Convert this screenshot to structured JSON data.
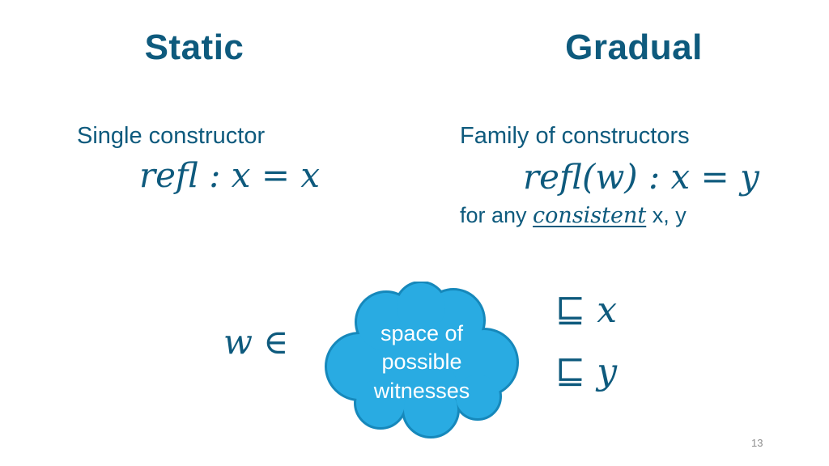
{
  "colors": {
    "accent": "#0e5a7d",
    "cloud_fill": "#29abe2",
    "cloud_stroke": "#1688bb",
    "cloud_text": "#ffffff",
    "page_number_color": "#8d8d8d"
  },
  "static_col": {
    "heading": "Static",
    "subtitle": "Single constructor",
    "math": "refl : x = x"
  },
  "gradual_col": {
    "heading": "Gradual",
    "subtitle": "Family of constructors",
    "math": "refl(w) : x = y",
    "note_prefix": "for any ",
    "note_word": "consistent",
    "note_suffix": " x, y"
  },
  "witness": {
    "w_expr": "w ∈",
    "cloud_lines": [
      "space of",
      "possible",
      "witnesses"
    ],
    "rel_x": "⊑ x",
    "rel_y": "⊑ y"
  },
  "footer": {
    "page_number": "13"
  }
}
